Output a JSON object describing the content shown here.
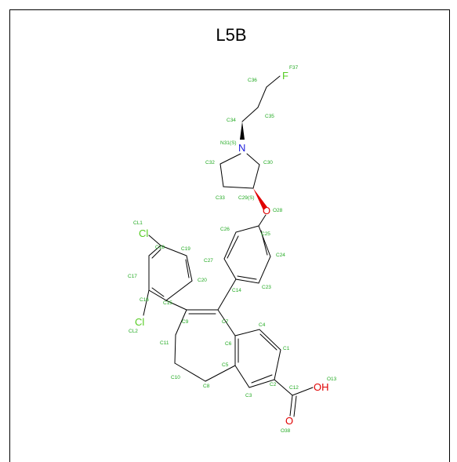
{
  "title": "L5B",
  "colors": {
    "frame": "#000000",
    "bond": "#000000",
    "label": "#22aa22",
    "nitrogen": "#1a1adc",
    "oxygen": "#e00000",
    "chlorine": "#55cc22",
    "fluorine": "#55cc22"
  },
  "atoms": {
    "F": "F",
    "N": "N",
    "O_ether": "O",
    "Cl_top": "Cl",
    "Cl_bottom": "Cl",
    "OH": "OH",
    "O_carbonyl": "O"
  },
  "atom_labels": {
    "F37": "F37",
    "C36": "C36",
    "C35": "C35",
    "C34": "C34",
    "N31": "N31(S)",
    "C32": "C32",
    "C30": "C30",
    "C33": "C33",
    "C29": "C29(S)",
    "O28": "O28",
    "C26": "C26",
    "C25": "C25",
    "C27": "C27",
    "C24": "C24",
    "C23": "C23",
    "C14": "C14",
    "CL1": "CL1",
    "C18": "C18",
    "C19": "C19",
    "C17": "C17",
    "C20": "C20",
    "C16": "C16",
    "C15": "C15",
    "CL2": "CL2",
    "C9": "C9",
    "C7": "C7",
    "C4": "C4",
    "C11": "C11",
    "C6": "C6",
    "C1": "C1",
    "C5": "C5",
    "C10": "C10",
    "C8": "C8",
    "C2": "C2",
    "C12": "C12",
    "O13": "O13",
    "C3": "C3",
    "O38": "O38"
  }
}
